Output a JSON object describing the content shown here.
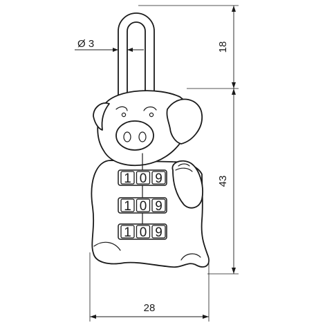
{
  "dimensions": {
    "diameter_label": "Ø 3",
    "shackle_height": "18",
    "body_height": "43",
    "body_width": "28"
  },
  "combination_dials": [
    [
      "1",
      "0",
      "9"
    ],
    [
      "1",
      "0",
      "9"
    ],
    [
      "1",
      "0",
      "9"
    ]
  ],
  "colors": {
    "line": "#1a1a1a",
    "background": "#ffffff"
  }
}
